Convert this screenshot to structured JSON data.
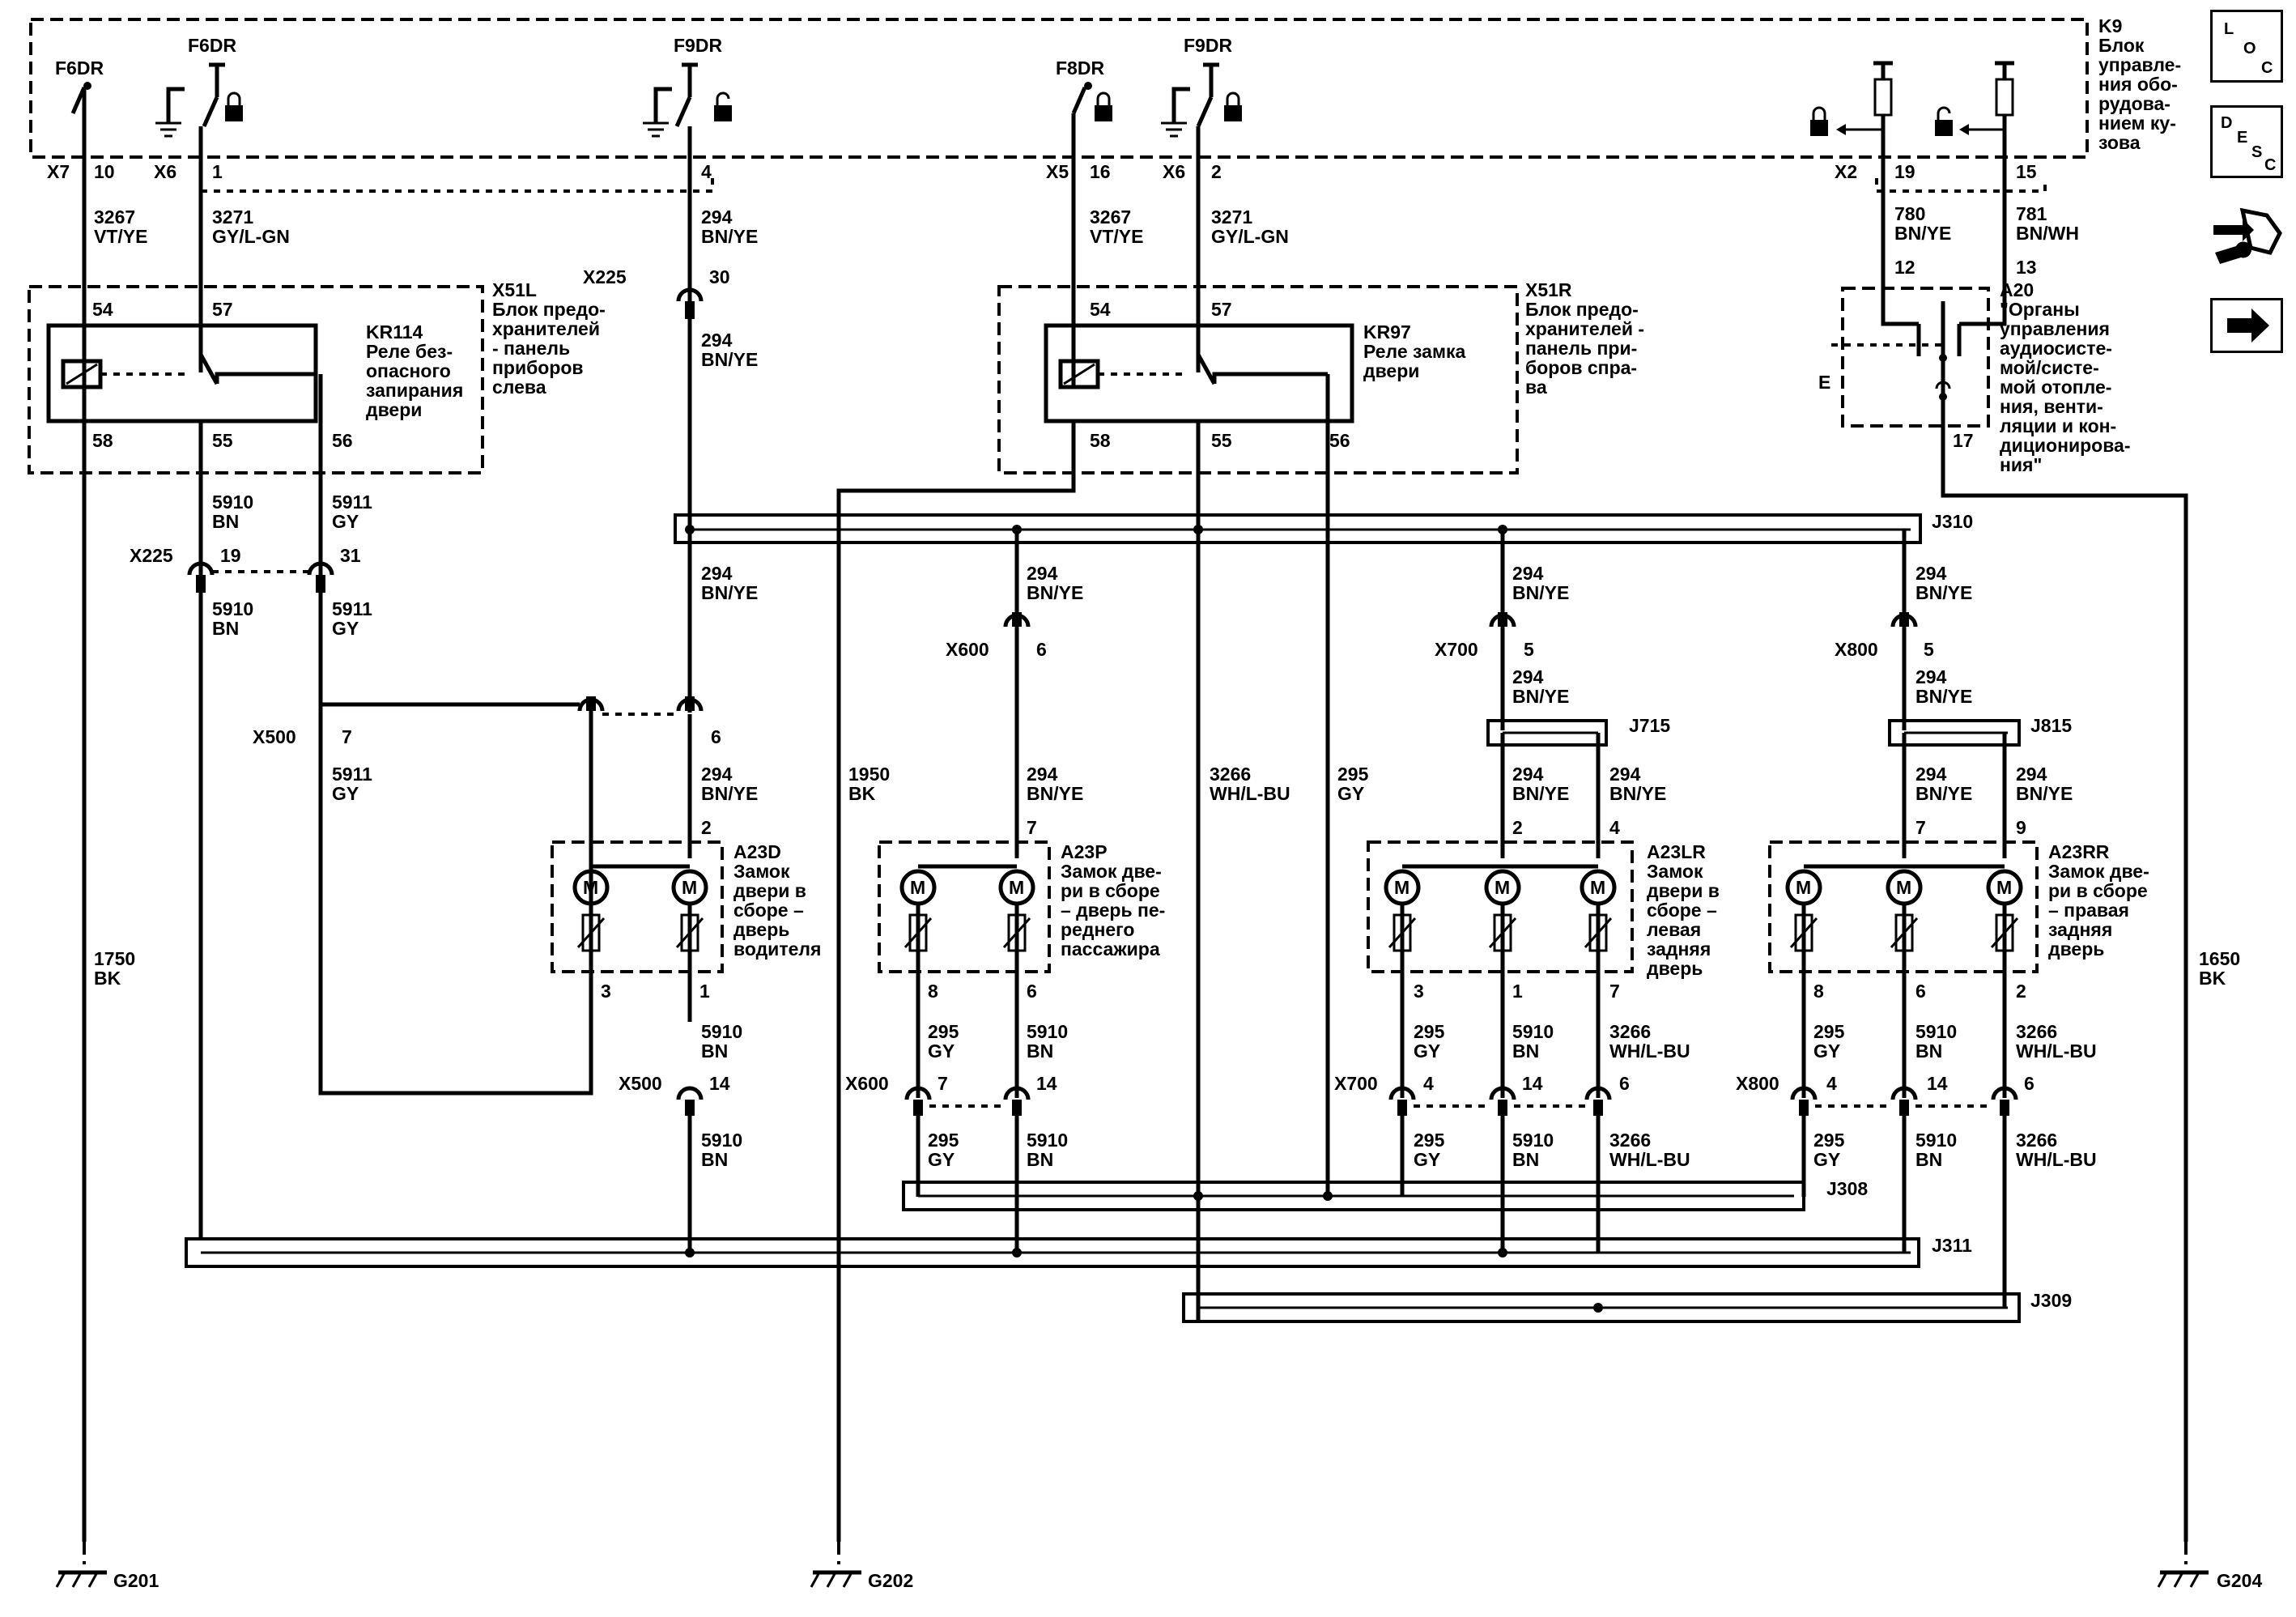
{
  "sidebar": {
    "loc": [
      "L",
      "O",
      "C"
    ],
    "desc": [
      "D",
      "E",
      "S",
      "C"
    ],
    "icons": [
      "loc-icon",
      "desc-icon",
      "connector-wrench-icon",
      "arrow-right-icon"
    ]
  },
  "grounds": {
    "left": "G201",
    "mid": "G202",
    "right": "G204"
  },
  "k9": {
    "id": "K9",
    "lines": [
      "Блок",
      "управле-",
      "ния обо-",
      "рудова-",
      "нием ку-",
      "зова"
    ]
  },
  "fuse_labels": {
    "f6dr_a": "F6DR",
    "f6dr_b": "F6DR",
    "f9dr_a": "F9DR",
    "f8dr": "F8DR",
    "f9dr_b": "F9DR"
  },
  "k9_pins": [
    {
      "conn": "X7",
      "pin": "10"
    },
    {
      "conn": "X6",
      "pin": "1"
    },
    {
      "conn": "",
      "pin": "4"
    },
    {
      "conn": "X5",
      "pin": "16"
    },
    {
      "conn": "X6",
      "pin": "2"
    },
    {
      "conn": "X2",
      "pin": "19"
    },
    {
      "conn": "",
      "pin": "15"
    }
  ],
  "wires": {
    "w3267a": [
      "3267",
      "VT/YE"
    ],
    "w3271a": [
      "3271",
      "GY/L-GN"
    ],
    "w294a": [
      "294",
      "BN/YE"
    ],
    "w3267b": [
      "3267",
      "VT/YE"
    ],
    "w3271b": [
      "3271",
      "GY/L-GN"
    ],
    "w780": [
      "780",
      "BN/YE"
    ],
    "w781": [
      "781",
      "BN/WH"
    ],
    "w294b": [
      "294",
      "BN/YE"
    ],
    "w5910a": [
      "5910",
      "BN"
    ],
    "w5911a": [
      "5911",
      "GY"
    ],
    "w5910b": [
      "5910",
      "BN"
    ],
    "w5911b": [
      "5911",
      "GY"
    ],
    "w5911c": [
      "5911",
      "GY"
    ],
    "w294c": [
      "294",
      "BN/YE"
    ],
    "w1750": [
      "1750",
      "BK"
    ],
    "w1950": [
      "1950",
      "BK"
    ],
    "w3266": [
      "3266",
      "WH/L-BU"
    ],
    "w295": [
      "295",
      "GY"
    ],
    "w1650": [
      "1650",
      "BK"
    ],
    "w294d": [
      "294",
      "BN/YE"
    ],
    "w294e": [
      "294",
      "BN/YE"
    ],
    "w294f": [
      "294",
      "BN/YE"
    ],
    "w294g": [
      "294",
      "BN/YE"
    ],
    "w294h": [
      "294",
      "BN/YE"
    ],
    "w294i": [
      "294",
      "BN/YE"
    ],
    "w294j": [
      "294",
      "BN/YE"
    ],
    "w294k": [
      "294",
      "BN/YE"
    ],
    "w294l": [
      "294",
      "BN/YE"
    ],
    "w294m": [
      "294",
      "BN/YE"
    ],
    "w294n": [
      "294",
      "BN/YE"
    ]
  },
  "x51l": {
    "id": "X51L",
    "lines": [
      "Блок предо-",
      "хранителей",
      "- панель",
      "приборов",
      "слева"
    ],
    "relay": "KR114",
    "relay_lines": [
      "Реле без-",
      "опасного",
      "запирания",
      "двери"
    ],
    "pins": [
      "54",
      "57",
      "58",
      "55",
      "56"
    ]
  },
  "x51r": {
    "id": "X51R",
    "lines": [
      "Блок предо-",
      "хранителей -",
      "панель при-",
      "боров спра-",
      "ва"
    ],
    "relay": "KR97",
    "relay_lines": [
      "Реле замка",
      "двери"
    ],
    "pins": [
      "54",
      "57",
      "58",
      "55",
      "56"
    ]
  },
  "a20": {
    "id": "A20",
    "lines": [
      "\"Органы",
      "управления",
      "аудиосисте-",
      "мой/систе-",
      "мой отопле-",
      "ния, венти-",
      "ляции и кон-",
      "диционирова-",
      "ния\""
    ],
    "pins": [
      "12",
      "13",
      "17"
    ]
  },
  "connectors": {
    "x225a": [
      "X225",
      "30"
    ],
    "x225b": [
      "X225",
      "19",
      "31"
    ],
    "x500a": [
      "X500",
      "7",
      "6"
    ],
    "x600a": [
      "X600",
      "6"
    ],
    "x700a": [
      "X700",
      "5"
    ],
    "x800a": [
      "X800",
      "5"
    ],
    "x500b": [
      "X500",
      "14"
    ],
    "x600b": [
      "X600",
      "7",
      "14"
    ],
    "x700b": [
      "X700",
      "4",
      "14",
      "6"
    ],
    "x800b": [
      "X800",
      "4",
      "14",
      "6"
    ]
  },
  "splices": {
    "j310": "J310",
    "j715": "J715",
    "j815": "J815",
    "j308": "J308",
    "j311": "J311",
    "j309": "J309"
  },
  "locks": {
    "a23d": {
      "id": "A23D",
      "lines": [
        "Замок",
        "двери в",
        "сборе –",
        "дверь",
        "водителя"
      ],
      "top": [
        "2"
      ],
      "bottom": [
        "3",
        "1"
      ]
    },
    "a23p": {
      "id": "A23P",
      "lines": [
        "Замок две-",
        "ри в сборе",
        "– дверь пе-",
        "реднего",
        "пассажира"
      ],
      "top": [
        "7"
      ],
      "bottom": [
        "8",
        "6"
      ]
    },
    "a23lr": {
      "id": "A23LR",
      "lines": [
        "Замок",
        "двери в",
        "сборе –",
        "левая",
        "задняя",
        "дверь"
      ],
      "top": [
        "2",
        "4"
      ],
      "bottom": [
        "3",
        "1",
        "7"
      ]
    },
    "a23rr": {
      "id": "A23RR",
      "lines": [
        "Замок две-",
        "ри в сборе",
        "– правая",
        "задняя",
        "дверь"
      ],
      "top": [
        "7",
        "9"
      ],
      "bottom": [
        "8",
        "6",
        "2"
      ]
    }
  },
  "lower_wires": {
    "a23d": [
      [
        "5910",
        "BN"
      ],
      [
        "5910",
        "BN"
      ]
    ],
    "a23p": [
      [
        "295",
        "GY"
      ],
      [
        "5910",
        "BN"
      ],
      [
        "295",
        "GY"
      ],
      [
        "5910",
        "BN"
      ]
    ],
    "a23lr": [
      [
        "295",
        "GY"
      ],
      [
        "5910",
        "BN"
      ],
      [
        "3266",
        "WH/L-BU"
      ],
      [
        "295",
        "GY"
      ],
      [
        "5910",
        "BN"
      ],
      [
        "3266",
        "WH/L-BU"
      ]
    ],
    "a23rr": [
      [
        "295",
        "GY"
      ],
      [
        "5910",
        "BN"
      ],
      [
        "3266",
        "WH/L-BU"
      ],
      [
        "295",
        "GY"
      ],
      [
        "5910",
        "BN"
      ],
      [
        "3266",
        "WH/L-BU"
      ]
    ]
  }
}
